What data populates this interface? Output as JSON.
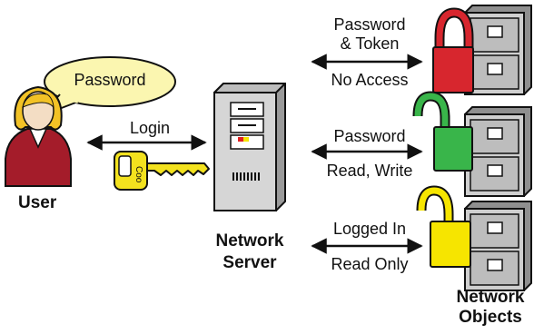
{
  "user": {
    "speech": "Password",
    "label": "User"
  },
  "login": {
    "label": "Login"
  },
  "server": {
    "title_line1": "Network",
    "title_line2": "Server"
  },
  "objects": {
    "title_line1": "Network",
    "title_line2": "Objects"
  },
  "links": [
    {
      "top": "Password",
      "top2": "& Token",
      "bottom": "No Access",
      "lock": "red",
      "state": "locked"
    },
    {
      "top": "Password",
      "bottom": "Read, Write",
      "lock": "green",
      "state": "open"
    },
    {
      "top": "Logged In",
      "bottom": "Read Only",
      "lock": "yellow",
      "state": "open"
    }
  ],
  "key": {
    "label": "Coo",
    "color": "#f3e21e"
  },
  "colors": {
    "red": "#d7262e",
    "green": "#39b54a",
    "yellow": "#f6e500",
    "bubble": "#fbf6b0",
    "user_body": "#a41c2a",
    "server": "#d6d6d6",
    "cabinet": "#cfcfcf"
  }
}
